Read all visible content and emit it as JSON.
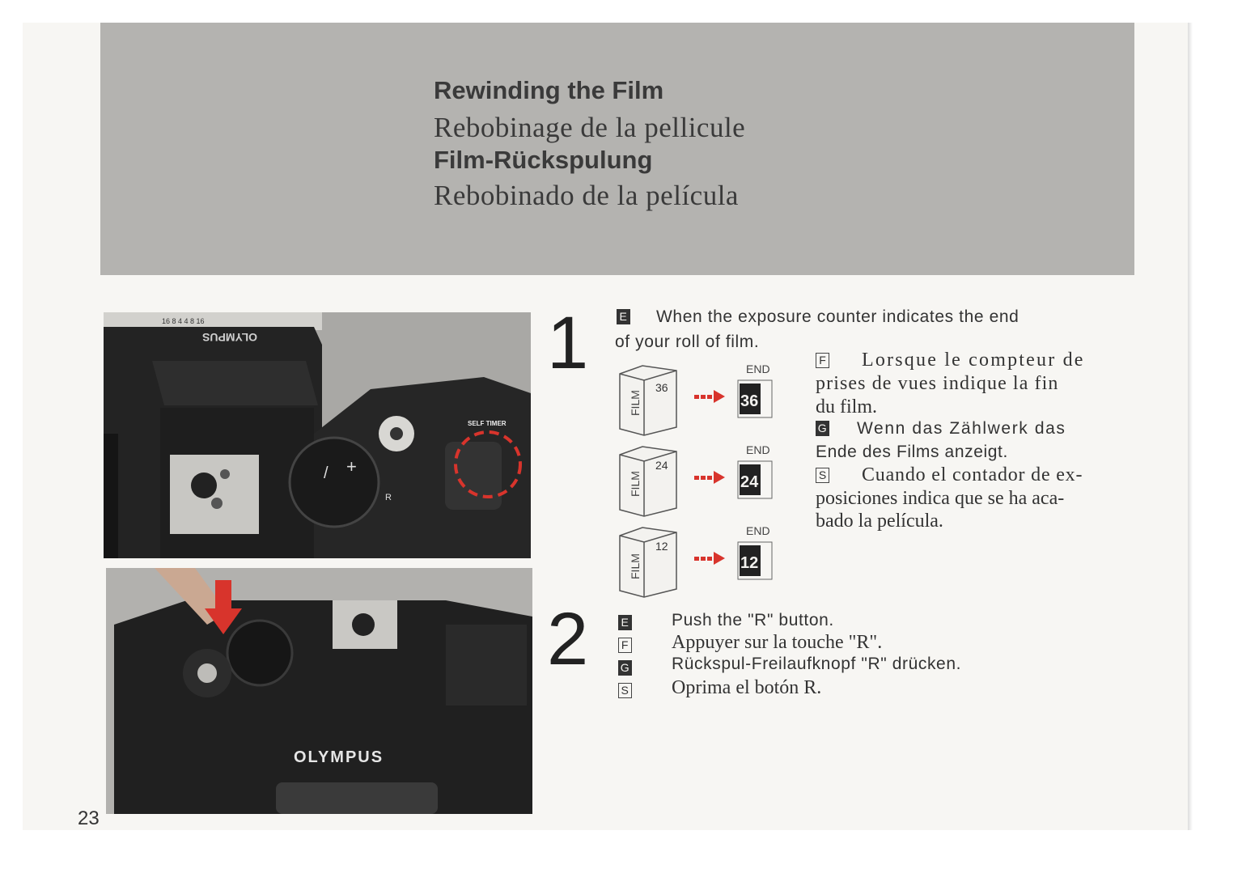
{
  "titles": {
    "en": "Rewinding the Film",
    "fr": "Rebobinage de la pellicule",
    "de": "Film-Rückspulung",
    "es": "Rebobinado de la película"
  },
  "step1": {
    "number": "1",
    "en_badge": "E",
    "en_line1": "When the exposure counter indicates the end",
    "en_line2": "of your roll of film.",
    "fr_badge": "F",
    "fr_line1": "Lorsque le compteur de",
    "fr_line2": "prises de vues indique la fin",
    "fr_line3": "du film.",
    "de_badge": "G",
    "de_line1": "Wenn das Zählwerk das",
    "de_line2": "Ende des Films anzeigt.",
    "es_badge": "S",
    "es_line1": "Cuando el contador de ex-",
    "es_line2": "posiciones indica que se ha aca-",
    "es_line3": "bado la película."
  },
  "film_counter": [
    {
      "end_label": "END",
      "cartridge_number": "36",
      "counter": "36",
      "cartridge_text": "FILM"
    },
    {
      "end_label": "END",
      "cartridge_number": "24",
      "counter": "24",
      "cartridge_text": "FILM"
    },
    {
      "end_label": "END",
      "cartridge_number": "12",
      "counter": "12",
      "cartridge_text": "FILM"
    }
  ],
  "step2": {
    "number": "2",
    "lines": [
      {
        "badge": "E",
        "text": "Push the \"R\" button."
      },
      {
        "badge": "F",
        "text": "Appuyer sur la touche \"R\"."
      },
      {
        "badge": "G",
        "text": "Rückspul-Freilaufknopf \"R\" drücken."
      },
      {
        "badge": "S",
        "text": "Oprima el botón R."
      }
    ]
  },
  "photo_labels": {
    "top_brand": "OLYMPUS",
    "top_scale": "16 8 4 4 8 16",
    "self_timer": "SELF TIMER",
    "r_button": "R",
    "bottom_brand": "OLYMPUS"
  },
  "page_number": "23",
  "colors": {
    "banner": "#b4b3b0",
    "highlight_red": "#d8342c",
    "ink": "#2a2a2a"
  }
}
